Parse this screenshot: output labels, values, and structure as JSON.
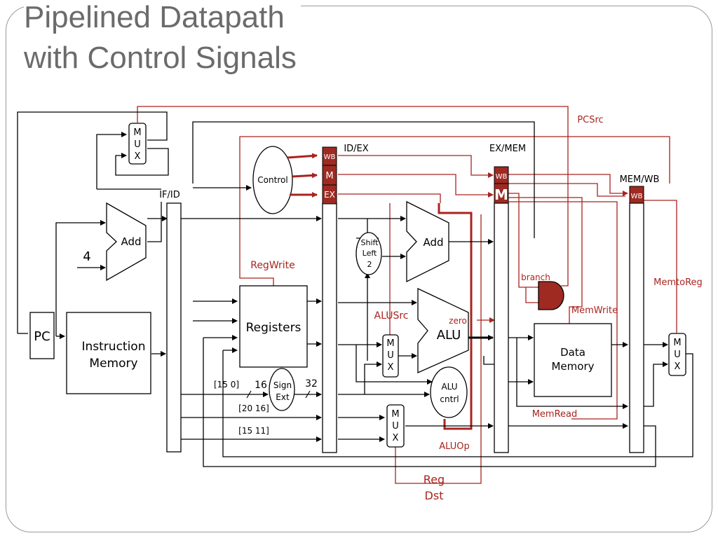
{
  "slide": {
    "title_line1": "Pipelined Datapath",
    "title_line2": "with Control Signals"
  },
  "diagram": {
    "stages": {
      "if_id": "IF/ID",
      "id_ex": "ID/EX",
      "ex_mem": "EX/MEM",
      "mem_wb": "MEM/WB"
    },
    "blocks": {
      "pc": "PC",
      "instr_mem_line1": "Instruction",
      "instr_mem_line2": "Memory",
      "add": "Add",
      "add_ex": "Add",
      "four": "4",
      "control": "Control",
      "registers": "Registers",
      "sign_ext_line1": "Sign",
      "sign_ext_line2": "Ext",
      "shift_line1": "Shift",
      "shift_line2": "Left",
      "shift_line3": "2",
      "alu": "ALU",
      "alu_ctrl_line1": "ALU",
      "alu_ctrl_line2": "cntrl",
      "data_mem_line1": "Data",
      "data_mem_line2": "Memory",
      "mux_m": "M",
      "mux_u": "U",
      "mux_x": "X"
    },
    "pipeline_fields": {
      "wb": "WB",
      "m": "M",
      "ex": "EX"
    },
    "bit_fields": {
      "f15_0": "[15   0]",
      "w16": "16",
      "w32": "32",
      "f20_16": "[20  16]",
      "f15_11": "[15  11]"
    },
    "control_signals": {
      "pcsrc": "PCSrc",
      "regwrite": "RegWrite",
      "alusrc": "ALUSrc",
      "zero": "zero",
      "branch": "branch",
      "memwrite": "MemWrite",
      "memtoreg": "MemtoReg",
      "memread": "MemRead",
      "aluop": "ALUOp",
      "regdst_line1": "Reg",
      "regdst_line2": "Dst"
    },
    "colors": {
      "control_red": "#a8241f",
      "field_fill": "#9e2a22",
      "wire_black": "#000000"
    }
  }
}
